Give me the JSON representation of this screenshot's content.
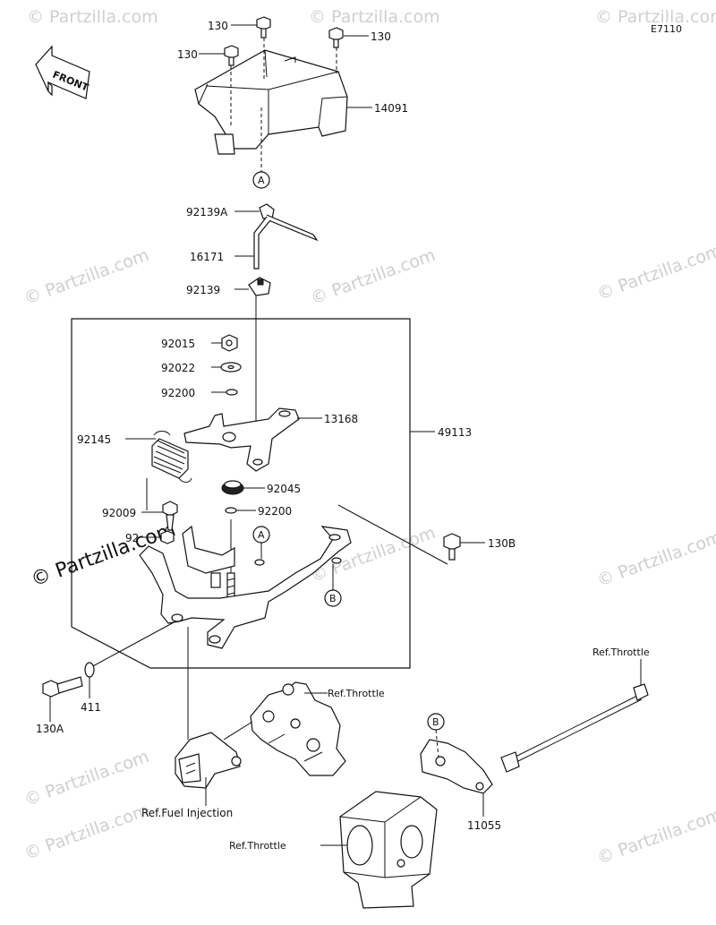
{
  "diagram": {
    "code": "E7110",
    "front_label": "FRONT",
    "watermark": "© Partzilla.com",
    "parts": {
      "p130_top": "130",
      "p130_left": "130",
      "p130_right": "130",
      "p14091": "14091",
      "p92139A": "92139A",
      "p16171": "16171",
      "p92139": "92139",
      "p92015": "92015",
      "p92022": "92022",
      "p92200_a": "92200",
      "p13168": "13168",
      "p49113": "49113",
      "p92145": "92145",
      "p92045": "92045",
      "p92009": "92009",
      "p92200_b": "92200",
      "p92": "92",
      "p130B": "130B",
      "p130A": "130A",
      "p411": "411",
      "p11055": "11055"
    },
    "refs": {
      "ref_throttle_top": "Ref.Throttle",
      "ref_throttle_mid": "Ref.Throttle",
      "ref_fuel_injection": "Ref.Fuel Injection",
      "ref_throttle_bottom": "Ref.Throttle"
    },
    "callouts": {
      "a_top": "A",
      "a_mid": "A",
      "b_mid": "B",
      "b_right": "B"
    }
  }
}
